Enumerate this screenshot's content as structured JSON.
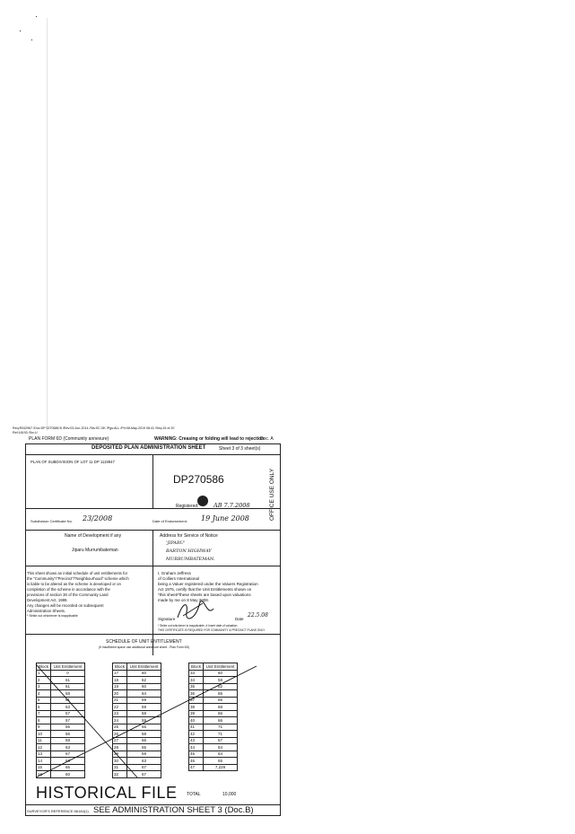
{
  "header": {
    "reg_line1": "Req:R342967 /Doc:DP 0270586 B /Rev:03-Jun-2014 /Sts:SC.OK /Pgs:ALL /Prt:08-May-2019 08:41 /Seq:15 of 20",
    "reg_line2": "Ref:18193 /Src:U",
    "form_label": "PLAN FORM 6D (Community annexure)",
    "warning": "WARNING: Creasing or folding will lead to rejection",
    "doc_label": "Doc. A"
  },
  "sheet": {
    "title": "DEPOSITED PLAN ADMINISTRATION SHEET",
    "sheet_info": "Sheet 3 of 3 sheet(s)",
    "plan_of": "PLAN OF SUBDIVISION OF LOT 11 DP 1119947",
    "dp_number": "DP270586",
    "registered_label": "Registered:",
    "registered_date": "AB 7.7.2008",
    "office_use": "OFFICE USE ONLY",
    "subdivision_cert_label": "Subdivision Certificate No.",
    "subdivision_cert_value": "23/2008",
    "date_endorsement_label": "Date of Endorsement:",
    "date_endorsement_value": "19 June 2008",
    "development_name_label": "Name of Development if any",
    "development_name": "Jiparu Murrumbateman",
    "address_label": "Address for Service of Notice",
    "address_lines": [
      "'JIPARU'",
      "BARTON HIGHWAY",
      "MURRUMBATEMAN."
    ],
    "left_text": [
      "This sheet shows an initial schedule of unit entitlements for",
      "the \"Community\"/\"Precinct\"/\"Neighbourhood\" scheme which",
      "is liable to be altered as the scheme is developed or on",
      "completion of the scheme in accordance with the",
      "provisions of section 30 of the Community Land",
      "Development Act, 1989.",
      "Any changes will be recorded on subsequent",
      "Administration Sheets."
    ],
    "strike_note": "* Strike out whichever is inapplicable",
    "valuer_lines": [
      "I, Graham Jeffress",
      "of Colliers International",
      "being a Valuer registered under the Valuers Registration",
      "Act 1975, certify that the Unit Entitlements shown on",
      "*this sheet/*these sheets are based upon valuations",
      "made by me on 8 May 2008."
    ],
    "signature_label": "Signature",
    "date_label": "Date",
    "signature_date": "22.5.08",
    "footnote1": "* Strike out whichever is inapplicable. # Insert date of valuation",
    "footnote2": "THIS CERTIFICATE IS REQUIRED FOR COMMUNITY & PRECINCT PLANS ONLY",
    "schedule_title": "SCHEDULE OF UNIT ENTITLEMENT",
    "schedule_sub": "(If insufficient space use additional annexure sheet - Plan Form 6D)",
    "col_block": "Block",
    "col_unit": "Unit Entitlement",
    "total_label": "TOTAL",
    "total_value": "10,000",
    "historical": "HISTORICAL FILE",
    "surveyor_ref": "SURVEYOR'S REFERENCE:06184(1)",
    "see_admin": "SEE ADMINISTRATION SHEET 3 (Doc.B)"
  },
  "schedule": {
    "col1": [
      [
        "1",
        "0"
      ],
      [
        "2",
        "61"
      ],
      [
        "3",
        "61"
      ],
      [
        "4",
        "58"
      ],
      [
        "5",
        "61"
      ],
      [
        "6",
        "63"
      ],
      [
        "7",
        "57"
      ],
      [
        "8",
        "57"
      ],
      [
        "9",
        "56"
      ],
      [
        "10",
        "56"
      ],
      [
        "11",
        "59"
      ],
      [
        "12",
        "63"
      ],
      [
        "13",
        "67"
      ],
      [
        "14",
        "66"
      ],
      [
        "15",
        "66"
      ],
      [
        "16",
        "60"
      ]
    ],
    "col2": [
      [
        "17",
        "60"
      ],
      [
        "18",
        "62"
      ],
      [
        "19",
        "60"
      ],
      [
        "20",
        "64"
      ],
      [
        "21",
        "59"
      ],
      [
        "22",
        "59"
      ],
      [
        "23",
        "58"
      ],
      [
        "24",
        "59"
      ],
      [
        "25",
        "55"
      ],
      [
        "26",
        "58"
      ],
      [
        "27",
        "56"
      ],
      [
        "28",
        "55"
      ],
      [
        "29",
        "59"
      ],
      [
        "30",
        "63"
      ],
      [
        "31",
        "67"
      ],
      [
        "32",
        "67"
      ]
    ],
    "col3": [
      [
        "33",
        "60"
      ],
      [
        "34",
        "58"
      ],
      [
        "35",
        "62"
      ],
      [
        "36",
        "65"
      ],
      [
        "37",
        "65"
      ],
      [
        "38",
        "68"
      ],
      [
        "39",
        "66"
      ],
      [
        "40",
        "66"
      ],
      [
        "41",
        "71"
      ],
      [
        "42",
        "71"
      ],
      [
        "43",
        "67"
      ],
      [
        "44",
        "64"
      ],
      [
        "45",
        "64"
      ],
      [
        "46",
        "65"
      ],
      [
        "47",
        "7,229"
      ]
    ]
  }
}
